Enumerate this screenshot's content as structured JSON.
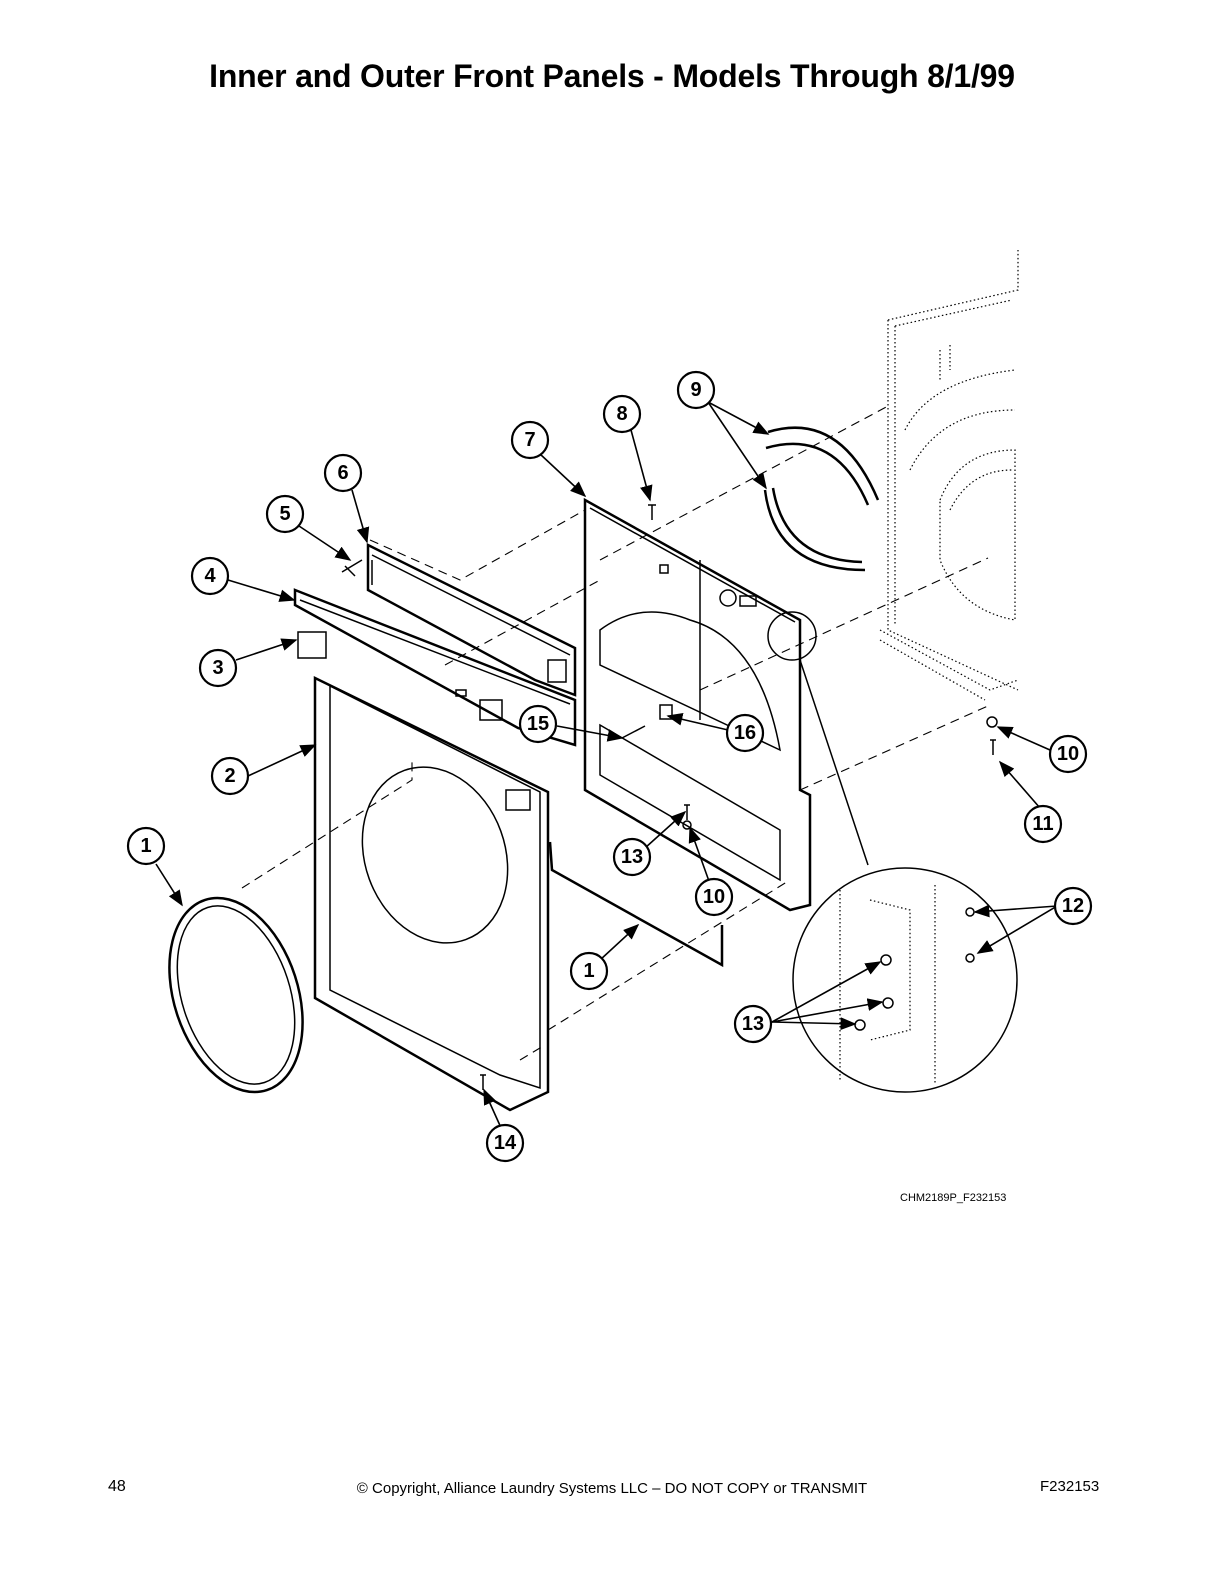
{
  "title": "Inner and Outer Front Panels - Models Through 8/1/99",
  "figure_ref": "CHM2189P_F232153",
  "footer": {
    "page_number": "48",
    "copyright": "© Copyright, Alliance Laundry Systems LLC – DO NOT COPY or TRANSMIT",
    "doc_number": "F232153"
  },
  "callouts": {
    "c1a": "1",
    "c1b": "1",
    "c2": "2",
    "c3": "3",
    "c4": "4",
    "c5": "5",
    "c6": "6",
    "c7": "7",
    "c8": "8",
    "c9": "9",
    "c10a": "10",
    "c10b": "10",
    "c11": "11",
    "c12": "12",
    "c13a": "13",
    "c13b": "13",
    "c14": "14",
    "c15": "15",
    "c16": "16"
  }
}
